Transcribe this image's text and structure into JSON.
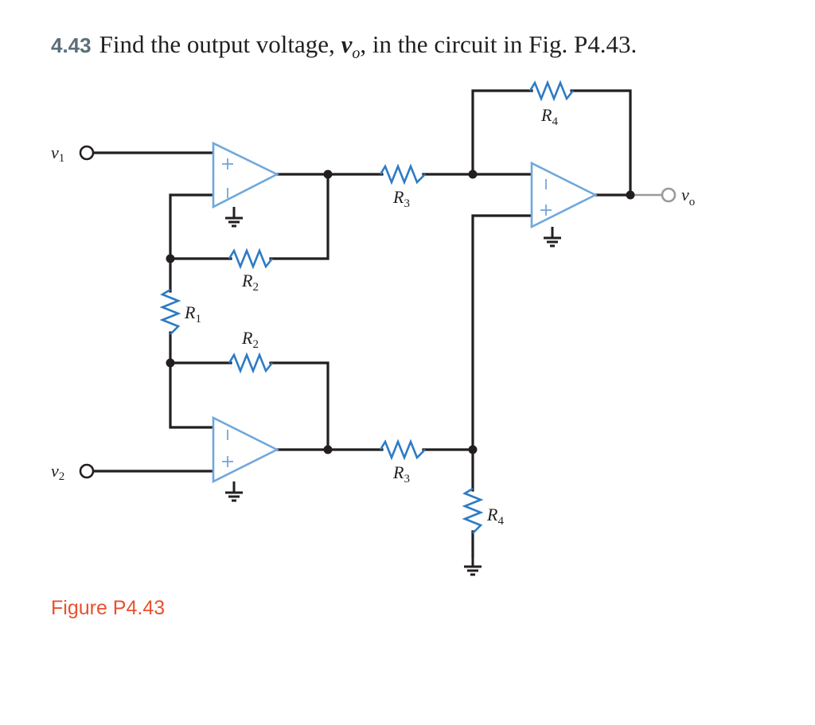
{
  "problem": {
    "number": "4.43",
    "text_before": "Find the output voltage, ",
    "variable": "v",
    "variable_subscript": "o",
    "text_after": ", in the circuit in Fig. P4.43."
  },
  "figure_caption": "Figure P4.43",
  "terminals": {
    "v1": {
      "symbol": "v",
      "subscript": "1"
    },
    "v2": {
      "symbol": "v",
      "subscript": "2"
    },
    "vo": {
      "symbol": "v",
      "subscript": "o"
    }
  },
  "resistors": {
    "r1": {
      "symbol": "R",
      "subscript": "1"
    },
    "r2_top": {
      "symbol": "R",
      "subscript": "2"
    },
    "r2_bot": {
      "symbol": "R",
      "subscript": "2"
    },
    "r3_top": {
      "symbol": "R",
      "subscript": "3"
    },
    "r3_bot": {
      "symbol": "R",
      "subscript": "3"
    },
    "r4_fb": {
      "symbol": "R",
      "subscript": "4"
    },
    "r4_gnd": {
      "symbol": "R",
      "subscript": "4"
    }
  },
  "opamp_signs": {
    "plus": "+",
    "minus": "−"
  },
  "colors": {
    "wire": "#231f20",
    "resistor": "#2d7bc4",
    "opamp_outline": "#6fa8dc",
    "problem_number": "#5b6e7b",
    "caption": "#e8512e",
    "output_lead": "#9a9a9a"
  }
}
